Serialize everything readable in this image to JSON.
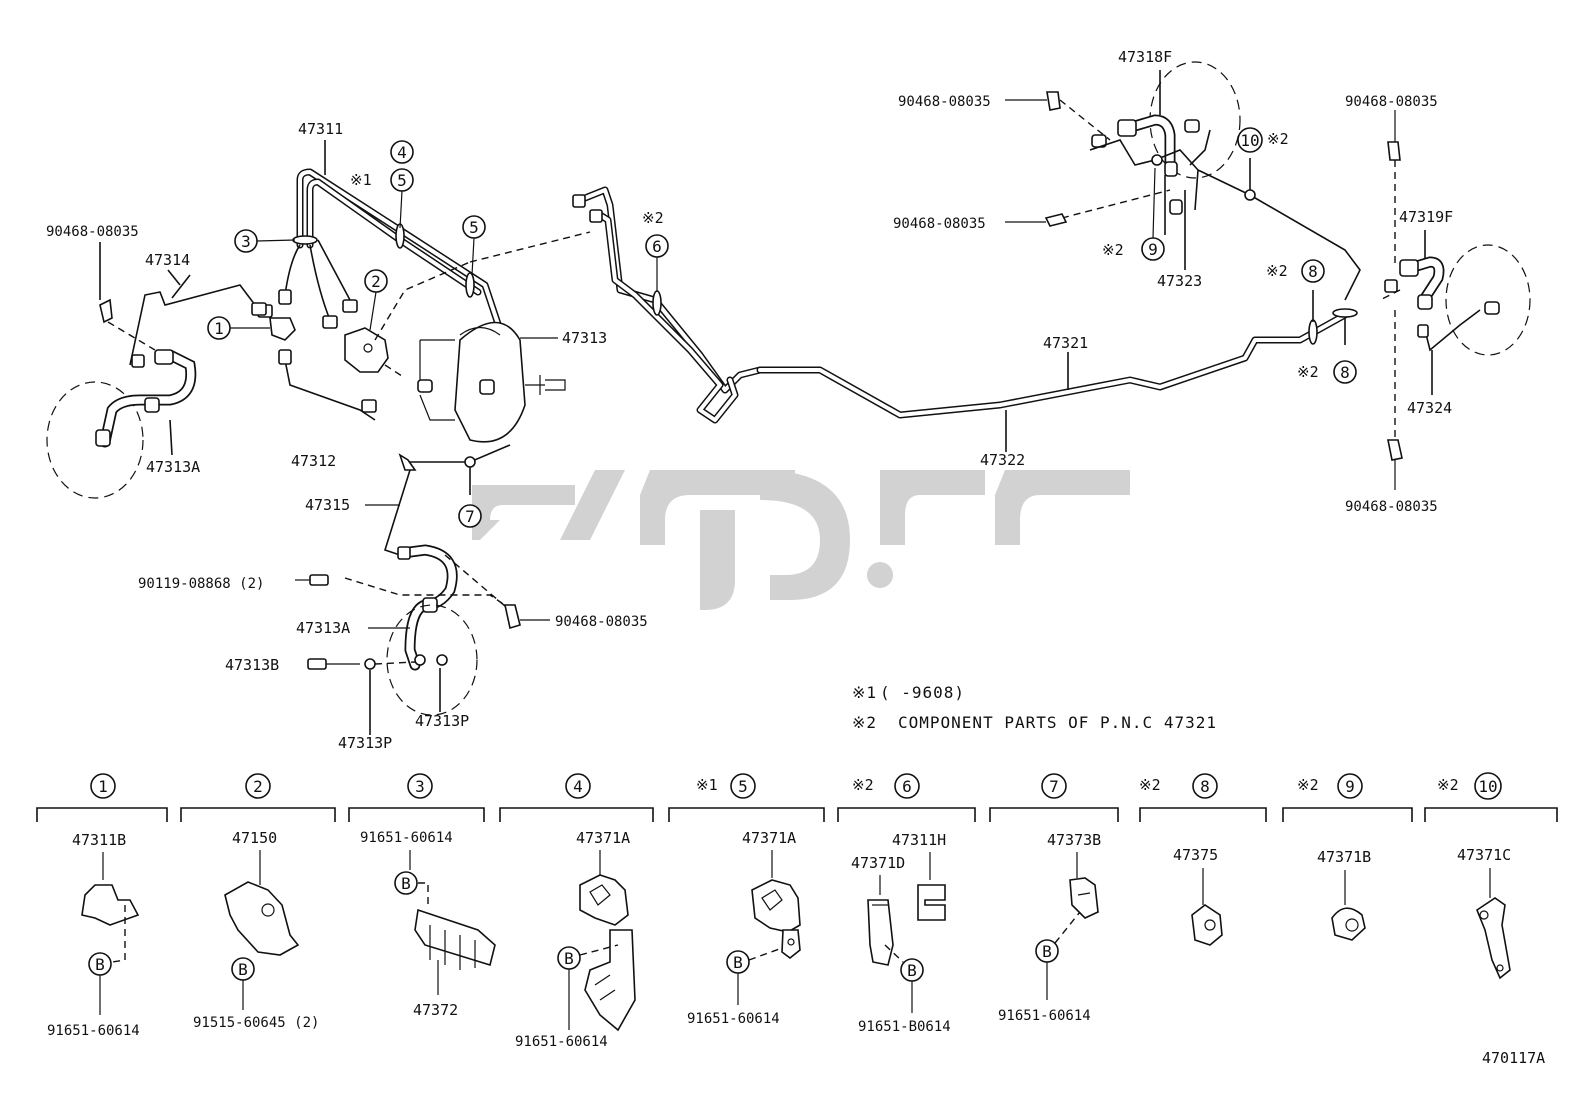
{
  "labels": {
    "p47311": "47311",
    "p90468_left": "90468-08035",
    "p47314": "47314",
    "p47313A_left": "47313A",
    "p47312": "47312",
    "p47313": "47313",
    "p47315": "47315",
    "p90119": "90119-08868 (2)",
    "p47313A_low": "47313A",
    "p47313B": "47313B",
    "p47313P_a": "47313P",
    "p47313P_b": "47313P",
    "p90468_low": "90468-08035",
    "p47318F": "47318F",
    "p90468_rt1": "90468-08035",
    "p90468_rt2": "90468-08035",
    "p47323": "47323",
    "p90468_far1": "90468-08035",
    "p47319F": "47319F",
    "p47324": "47324",
    "p90468_far2": "90468-08035",
    "p47321": "47321",
    "p47322": "47322",
    "diagram_code": "470117A"
  },
  "callouts": {
    "c1": "1",
    "c2": "2",
    "c3": "3",
    "c4": "4",
    "c5a": "5",
    "c5b": "5",
    "c6": "6",
    "c7": "7",
    "c8a": "8",
    "c8b": "8",
    "c9": "9",
    "c10": "10",
    "x1_top": "※1",
    "x2_6": "※2",
    "x2_10": "※2",
    "x2_9": "※2",
    "x2_8a": "※2",
    "x2_8b": "※2"
  },
  "notes": {
    "note1_mark": "※1",
    "note1_text": "(     -9608)",
    "note2_mark": "※2",
    "note2_text": "COMPONENT PARTS OF P.N.C 47321"
  },
  "details": {
    "d1": {
      "circle": "1",
      "prefix": "",
      "part": "47311B",
      "b": "B",
      "sub": "91651-60614"
    },
    "d2": {
      "circle": "2",
      "prefix": "",
      "part": "47150",
      "b": "B",
      "sub": "91515-60645 (2)"
    },
    "d3": {
      "circle": "3",
      "prefix": "",
      "part": "91651-60614",
      "b": "B",
      "sub": "47372"
    },
    "d4": {
      "circle": "4",
      "prefix": "",
      "part": "47371A",
      "b": "B",
      "sub": "91651-60614"
    },
    "d5": {
      "circle": "5",
      "prefix": "※1",
      "part": "47371A",
      "b": "B",
      "sub": "91651-60614"
    },
    "d6": {
      "circle": "6",
      "prefix": "※2",
      "part": "47311H",
      "part2": "47371D",
      "b": "B",
      "sub": "91651-B0614"
    },
    "d7": {
      "circle": "7",
      "prefix": "",
      "part": "47373B",
      "b": "B",
      "sub": "91651-60614"
    },
    "d8": {
      "circle": "8",
      "prefix": "※2",
      "part": "47375"
    },
    "d9": {
      "circle": "9",
      "prefix": "※2",
      "part": "47371B"
    },
    "d10": {
      "circle": "10",
      "prefix": "※2",
      "part": "47371C"
    }
  }
}
